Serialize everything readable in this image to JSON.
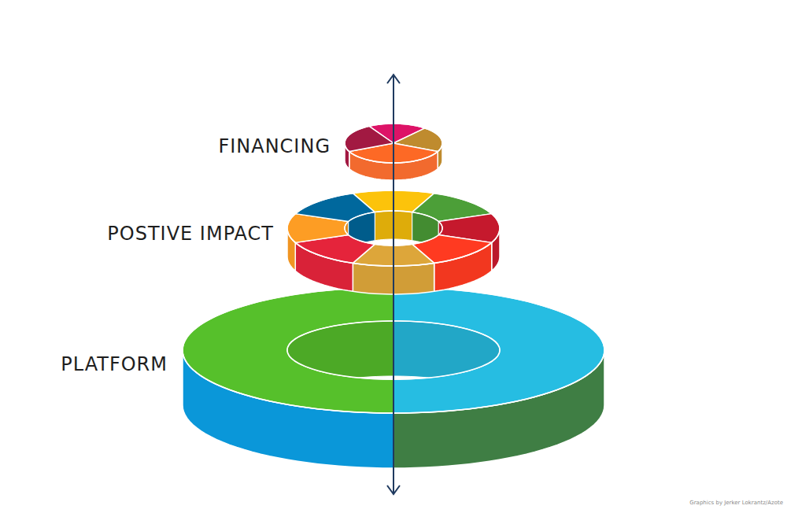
{
  "diagram": {
    "labels": [
      "FINANCING",
      "POSTIVE IMPACT",
      "PLATFORM",
      "Graphics by Jerker Lokrantz/Azote"
    ]
  }
}
